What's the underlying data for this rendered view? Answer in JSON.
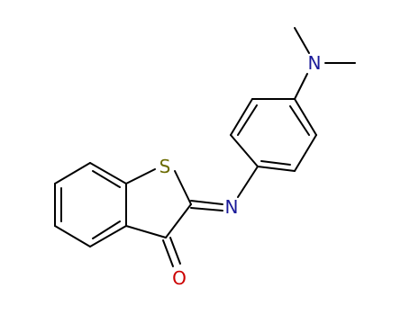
{
  "molecule": {
    "atoms": {
      "sulfur": "S",
      "imine_nitrogen": "N",
      "amine_nitrogen": "N",
      "oxygen": "O"
    },
    "colors": {
      "bond": "#000000",
      "sulfur": "#6b6b00",
      "nitrogen": "#1a1a99",
      "oxygen": "#cc0000"
    }
  }
}
